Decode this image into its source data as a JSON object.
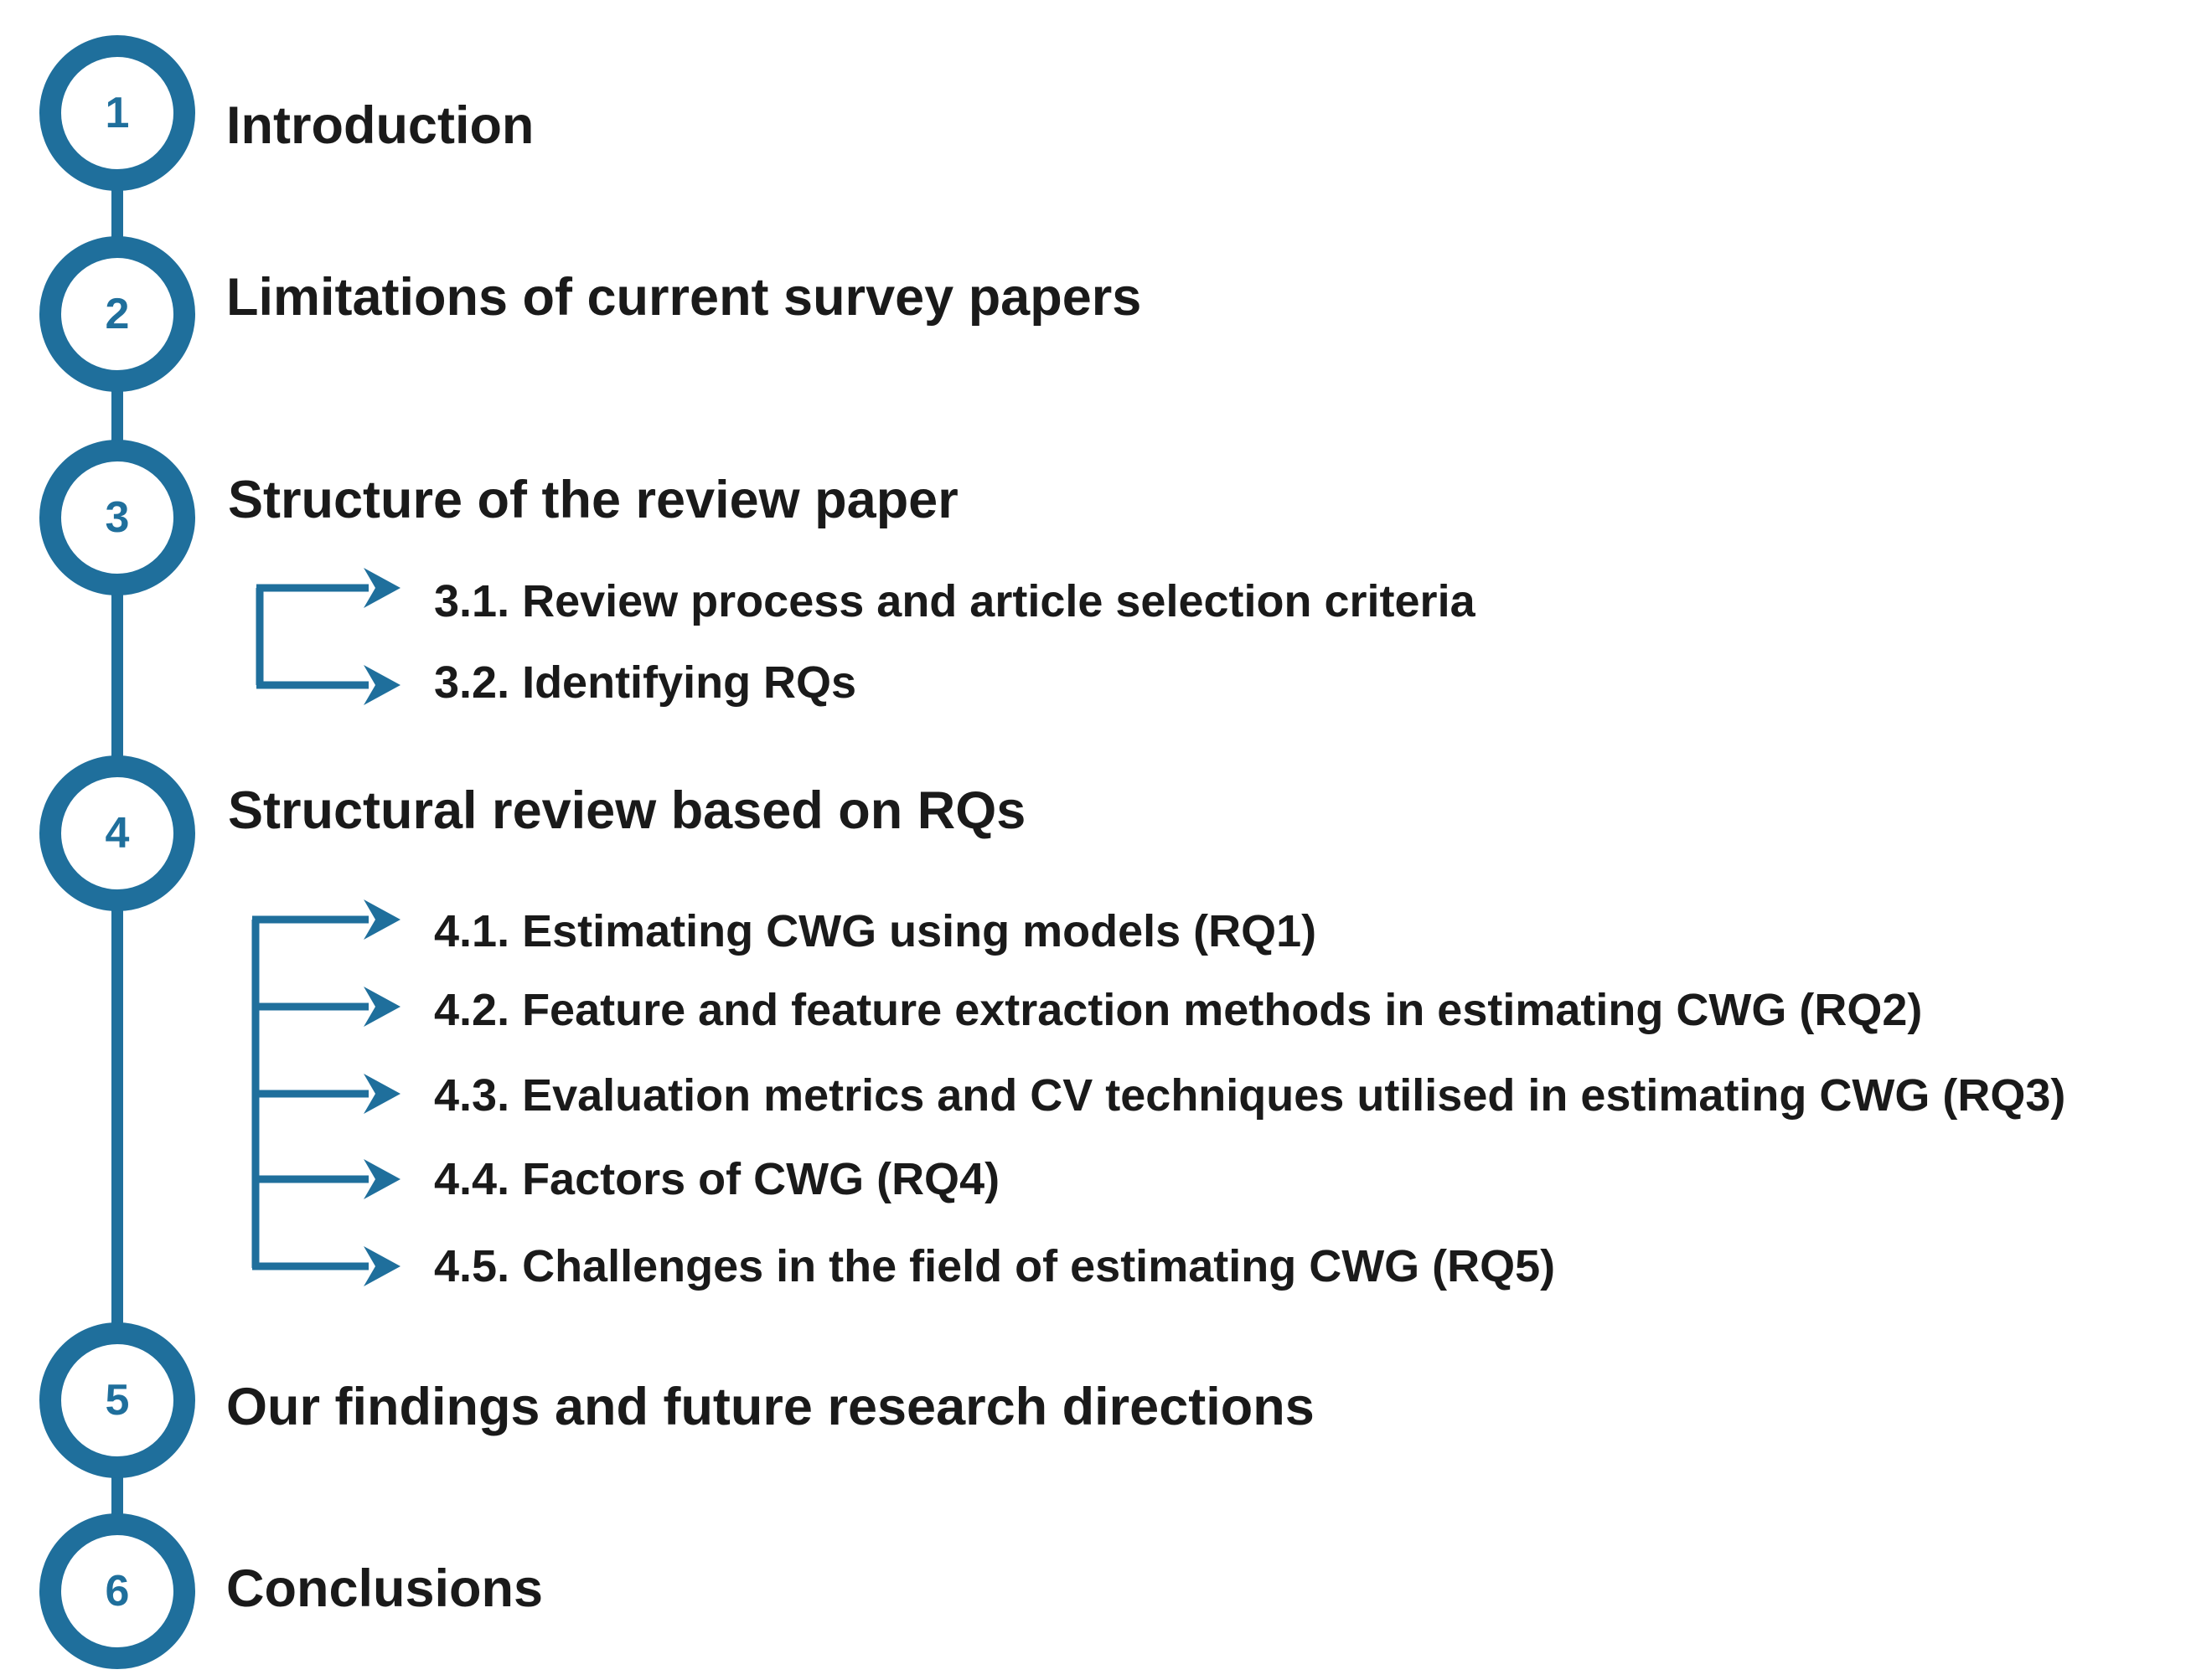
{
  "sections": [
    {
      "number": "1",
      "title": "Introduction",
      "subsections": []
    },
    {
      "number": "2",
      "title": "Limitations of current survey papers",
      "subsections": []
    },
    {
      "number": "3",
      "title": "Structure of the review paper",
      "subsections": [
        "3.1. Review process and article selection criteria",
        "3.2. Identifying RQs"
      ]
    },
    {
      "number": "4",
      "title": "Structural review based on RQs",
      "subsections": [
        "4.1. Estimating CWG using models (RQ1)",
        "4.2. Feature and feature extraction methods in estimating CWG (RQ2)",
        "4.3. Evaluation metrics and CV techniques utilised in estimating CWG (RQ3)",
        "4.4. Factors of CWG (RQ4)",
        "4.5. Challenges in the field of estimating CWG (RQ5)"
      ]
    },
    {
      "number": "5",
      "title": "Our findings and future research directions",
      "subsections": []
    },
    {
      "number": "6",
      "title": "Conclusions",
      "subsections": []
    }
  ],
  "colors": {
    "accent": "#1f6f9c",
    "text": "#1a1a1a",
    "background": "#ffffff"
  }
}
